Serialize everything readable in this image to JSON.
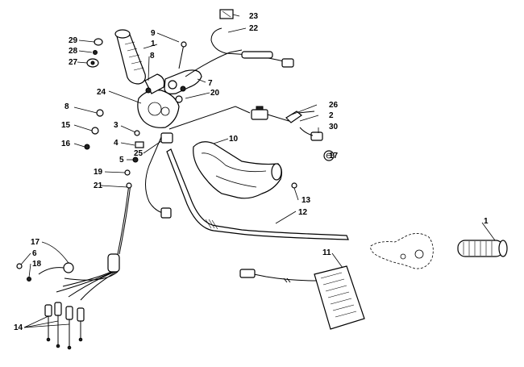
{
  "callouts": [
    {
      "id": "c1a",
      "text": "1"
    },
    {
      "id": "c1b",
      "text": "1"
    },
    {
      "id": "c2",
      "text": "2"
    },
    {
      "id": "c3",
      "text": "3"
    },
    {
      "id": "c4",
      "text": "4"
    },
    {
      "id": "c5",
      "text": "5"
    },
    {
      "id": "c6",
      "text": "6"
    },
    {
      "id": "c7",
      "text": "7"
    },
    {
      "id": "c8a",
      "text": "8"
    },
    {
      "id": "c8b",
      "text": "8"
    },
    {
      "id": "c9",
      "text": "9"
    },
    {
      "id": "c10",
      "text": "10"
    },
    {
      "id": "c11",
      "text": "11"
    },
    {
      "id": "c12",
      "text": "12"
    },
    {
      "id": "c13",
      "text": "13"
    },
    {
      "id": "c14",
      "text": "14"
    },
    {
      "id": "c15",
      "text": "15"
    },
    {
      "id": "c16",
      "text": "16"
    },
    {
      "id": "c17a",
      "text": "17"
    },
    {
      "id": "c17b",
      "text": "17"
    },
    {
      "id": "c18",
      "text": "18"
    },
    {
      "id": "c19",
      "text": "19"
    },
    {
      "id": "c20",
      "text": "20"
    },
    {
      "id": "c21",
      "text": "21"
    },
    {
      "id": "c22",
      "text": "22"
    },
    {
      "id": "c23",
      "text": "23"
    },
    {
      "id": "c24",
      "text": "24"
    },
    {
      "id": "c25",
      "text": "25"
    },
    {
      "id": "c26",
      "text": "26"
    },
    {
      "id": "c27",
      "text": "27"
    },
    {
      "id": "c28",
      "text": "28"
    },
    {
      "id": "c29",
      "text": "29"
    },
    {
      "id": "c30",
      "text": "30"
    }
  ]
}
